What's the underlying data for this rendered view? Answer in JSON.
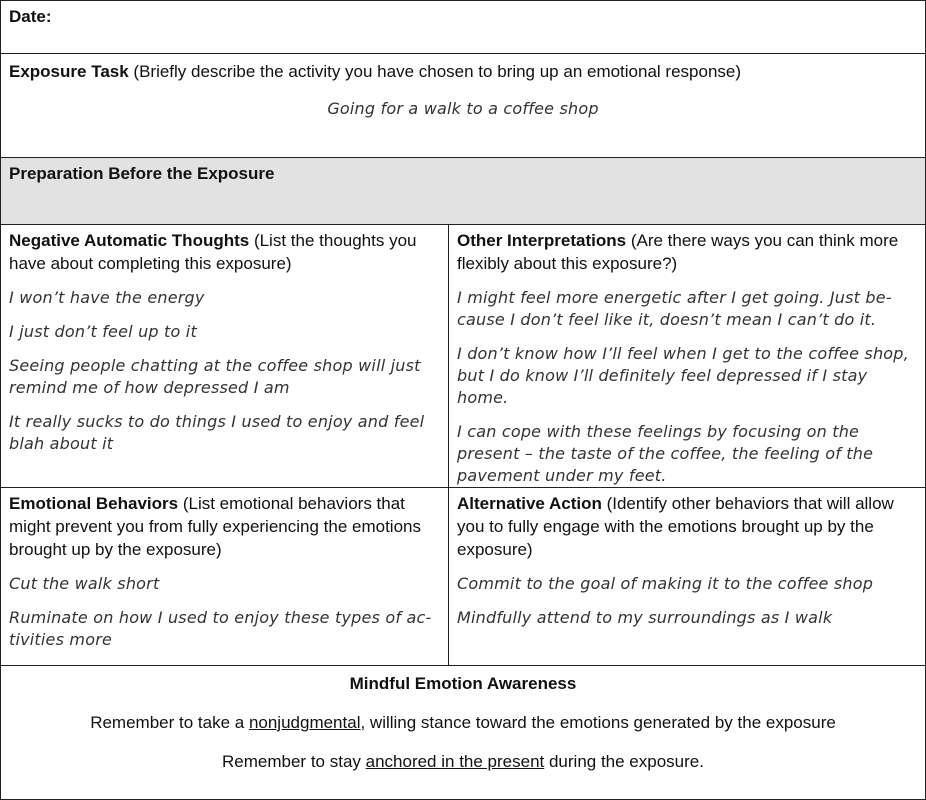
{
  "date": {
    "label": "Date:"
  },
  "exposure_task": {
    "title": "Exposure Task",
    "instruction": " (Briefly describe the activity you have chosen to bring up an emotional response)",
    "answer": "Going for a walk to a coffee shop"
  },
  "preparation": {
    "title": "Preparation Before the Exposure"
  },
  "negative_thoughts": {
    "title": "Negative Automatic Thoughts",
    "instruction": " (List the thoughts you have about completing this exposure)",
    "entries": [
      "I won’t have the energy",
      "I just don’t feel up to it",
      "Seeing people chatting at the coffee shop will just remind me of how depressed I am",
      "It really sucks to do things I used to enjoy and feel blah about it"
    ]
  },
  "other_interpretations": {
    "title": "Other Interpretations",
    "instruction": " (Are there ways you can think more flexibly about this exposure?)",
    "entries": [
      "I might feel more energetic after I get going.  Just be-cause I don’t feel like it, doesn’t mean I can’t do it.",
      "I don’t know how I’ll feel when I get to the coffee shop, but I do know I’ll definitely feel depressed if I stay home.",
      "I can cope with these feelings by focusing on the present – the taste of the coffee, the feeling of the pavement under my feet."
    ]
  },
  "emotional_behaviors": {
    "title": "Emotional Behaviors",
    "instruction": " (List emotional behaviors that might prevent you from fully experiencing the emotions brought up by the exposure)",
    "entries": [
      "Cut the walk short",
      "Ruminate on how I used to enjoy these types of ac-tivities more"
    ]
  },
  "alternative_action": {
    "title": "Alternative Action",
    "instruction": " (Identify other behaviors that will allow you to fully engage with the emotions brought up by the exposure)",
    "entries": [
      "Commit to the goal of making it to the coffee shop",
      "Mindfully attend to my surroundings as I walk"
    ]
  },
  "mindful": {
    "title": "Mindful Emotion Awareness",
    "line1_before": "Remember to take a ",
    "line1_underlined": "nonjudgmental",
    "line1_after": ", willing stance toward the emotions generated by the exposure",
    "line2_before": "Remember to stay ",
    "line2_underlined": "anchored in the present",
    "line2_after": " during the exposure."
  },
  "colors": {
    "section_shade": "#e2e2e2",
    "border": "#222222"
  }
}
